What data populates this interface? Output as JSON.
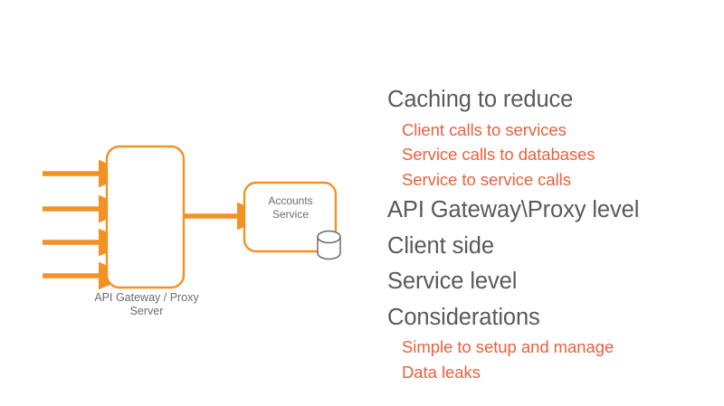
{
  "slide": {
    "background_color": "#ffffff",
    "accent_color": "#f39224",
    "heading_color": "#595a5c",
    "subitem_color": "#e8613c",
    "diagram_label_color": "#6d6e71",
    "db_stroke_color": "#6b6b6b"
  },
  "diagram": {
    "gateway_node": {
      "label": "API Gateway / Proxy\nServer",
      "shape": "rounded-rectangle",
      "stroke": "#f39224"
    },
    "service_node": {
      "label": "Accounts\nService",
      "shape": "rounded-rectangle",
      "stroke": "#f39224"
    },
    "database_node": {
      "label": "",
      "shape": "cylinder",
      "stroke": "#6b6b6b"
    },
    "inbound_arrows": [
      {
        "name": "client-request-arrow-1"
      },
      {
        "name": "client-request-arrow-2"
      },
      {
        "name": "client-request-arrow-3"
      },
      {
        "name": "client-request-arrow-4"
      }
    ],
    "gateway_to_service_arrow": {
      "name": "gateway-to-service-arrow"
    }
  },
  "bullets": [
    {
      "level": 1,
      "text": "Caching to reduce"
    },
    {
      "level": 2,
      "text": "Client calls to services"
    },
    {
      "level": 2,
      "text": "Service calls to databases"
    },
    {
      "level": 2,
      "text": "Service to service calls"
    },
    {
      "level": 1,
      "text": "API Gateway\\Proxy level"
    },
    {
      "level": 1,
      "text": "Client side"
    },
    {
      "level": 1,
      "text": "Service level"
    },
    {
      "level": 1,
      "text": "Considerations"
    },
    {
      "level": 2,
      "text": "Simple to setup and manage"
    },
    {
      "level": 2,
      "text": "Data leaks"
    }
  ]
}
